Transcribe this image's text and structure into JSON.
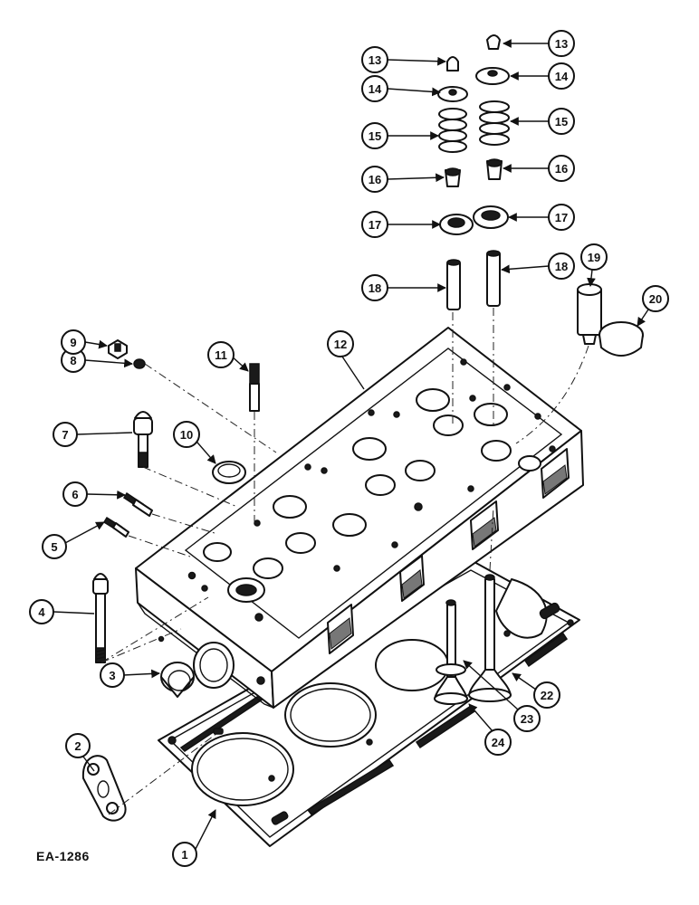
{
  "drawing_code": "EA-1286",
  "callouts": [
    "1",
    "2",
    "3",
    "4",
    "5",
    "6",
    "7",
    "8",
    "9",
    "10",
    "11",
    "12",
    "13",
    "13",
    "14",
    "14",
    "15",
    "15",
    "16",
    "16",
    "17",
    "17",
    "18",
    "18",
    "19",
    "20",
    "22",
    "23",
    "24"
  ]
}
